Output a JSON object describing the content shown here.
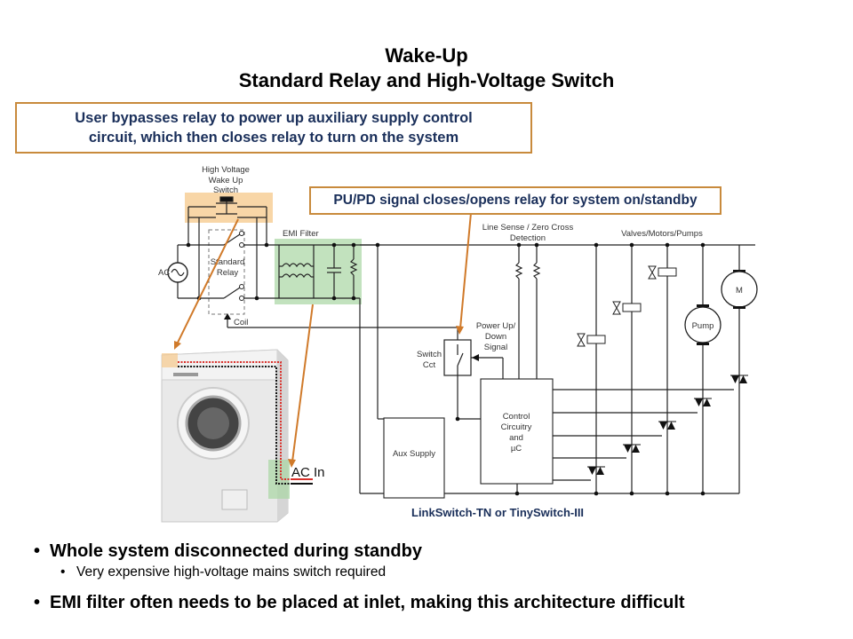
{
  "slide": {
    "title_line1": "Wake-Up",
    "title_line2": "Standard Relay and High-Voltage Switch",
    "callout_top": {
      "line1": "User bypasses relay to power up auxiliary supply control",
      "line2": "circuit, which then closes relay to turn on the system"
    },
    "callout_pupd": "PU/PD signal closes/opens relay for system on/standby",
    "bullets": [
      {
        "level": 1,
        "text": "Whole system disconnected during standby"
      },
      {
        "level": 2,
        "text": "Very expensive  high-voltage  mains  switch required"
      },
      {
        "level": 1,
        "text": "EMI filter often needs to be placed at inlet, making this architecture difficult"
      }
    ],
    "bullet_glyph": "•"
  },
  "diagram": {
    "labels": {
      "hv_switch_1": "High Voltage",
      "hv_switch_2": "Wake Up",
      "hv_switch_3": "Switch",
      "relay_1": "Standard",
      "relay_2": "Relay",
      "ac": "AC",
      "coil": "Coil",
      "emi_filter": "EMI Filter",
      "line_sense_1": "Line Sense / Zero Cross",
      "line_sense_2": "Detection",
      "loads": "Valves/Motors/Pumps",
      "power_up_1": "Power Up/",
      "power_up_2": "Down",
      "power_up_3": "Signal",
      "switch_cct_1": "Switch",
      "switch_cct_2": "Cct",
      "control_1": "Control",
      "control_2": "Circuitry",
      "control_3": "and",
      "control_4": "µC",
      "aux_supply": "Aux Supply",
      "pump": "Pump",
      "motor": "M",
      "ac_in": "AC In",
      "ic_label": "LinkSwitch-TN or TinySwitch-III"
    },
    "colors": {
      "callout_border": "#c88a3c",
      "callout_text": "#1a2f5a",
      "highlight_orange": "#f5c88a",
      "highlight_green": "#a8d5a2",
      "arrow": "#d07a2a",
      "wire_red": "#d9302b"
    }
  }
}
